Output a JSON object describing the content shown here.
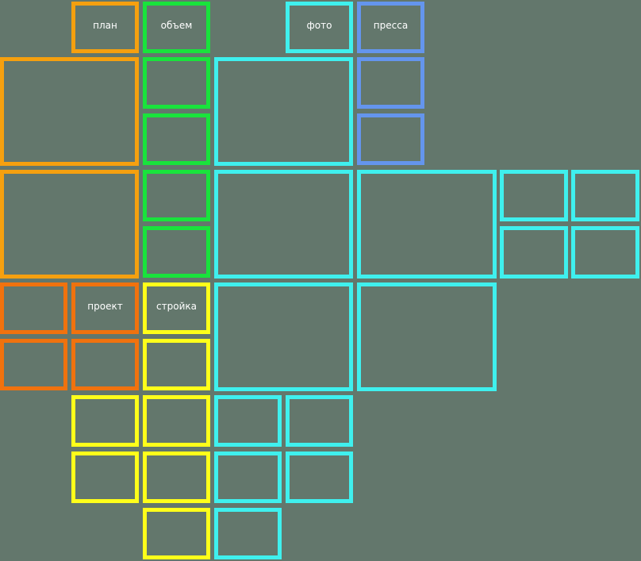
{
  "background_color": "#63776c",
  "palette": {
    "orange": "#f5a00f",
    "green": "#19e33c",
    "cyan": "#3ff0ee",
    "blue": "#6495ed",
    "red_orange": "#f0720e",
    "yellow": "#ffff1a"
  },
  "tiles": [
    {
      "name": "tile-plan",
      "label": "план",
      "color": "orange"
    },
    {
      "name": "tile-volume",
      "label": "объем",
      "color": "green"
    },
    {
      "name": "tile-photo",
      "label": "фото",
      "color": "cyan"
    },
    {
      "name": "tile-press",
      "label": "пресса",
      "color": "blue"
    },
    {
      "name": "tile-orange-large-1",
      "color": "orange"
    },
    {
      "name": "tile-orange-large-2",
      "color": "orange"
    },
    {
      "name": "tile-green-1",
      "color": "green"
    },
    {
      "name": "tile-green-2",
      "color": "green"
    },
    {
      "name": "tile-green-3",
      "color": "green"
    },
    {
      "name": "tile-green-4",
      "color": "green"
    },
    {
      "name": "tile-cyan-large-1",
      "color": "cyan"
    },
    {
      "name": "tile-cyan-large-2",
      "color": "cyan"
    },
    {
      "name": "tile-cyan-large-3",
      "color": "cyan"
    },
    {
      "name": "tile-cyan-large-4",
      "color": "cyan"
    },
    {
      "name": "tile-cyan-large-5",
      "color": "cyan"
    },
    {
      "name": "tile-blue-1",
      "color": "blue"
    },
    {
      "name": "tile-blue-2",
      "color": "blue"
    },
    {
      "name": "tile-cyan-small-1",
      "color": "cyan"
    },
    {
      "name": "tile-cyan-small-2",
      "color": "cyan"
    },
    {
      "name": "tile-cyan-small-3",
      "color": "cyan"
    },
    {
      "name": "tile-cyan-small-4",
      "color": "cyan"
    },
    {
      "name": "tile-redorange-1",
      "color": "red_orange"
    },
    {
      "name": "tile-project",
      "label": "проект",
      "color": "red_orange"
    },
    {
      "name": "tile-redorange-2",
      "color": "red_orange"
    },
    {
      "name": "tile-redorange-3",
      "color": "red_orange"
    },
    {
      "name": "tile-construction",
      "label": "стройка",
      "color": "yellow"
    },
    {
      "name": "tile-yellow-1",
      "color": "yellow"
    },
    {
      "name": "tile-yellow-2",
      "color": "yellow"
    },
    {
      "name": "tile-yellow-3",
      "color": "yellow"
    },
    {
      "name": "tile-yellow-4",
      "color": "yellow"
    },
    {
      "name": "tile-yellow-5",
      "color": "yellow"
    },
    {
      "name": "tile-yellow-6",
      "color": "yellow"
    },
    {
      "name": "tile-cyan-small-5",
      "color": "cyan"
    },
    {
      "name": "tile-cyan-small-6",
      "color": "cyan"
    },
    {
      "name": "tile-cyan-small-7",
      "color": "cyan"
    },
    {
      "name": "tile-cyan-small-8",
      "color": "cyan"
    },
    {
      "name": "tile-cyan-small-9",
      "color": "cyan"
    }
  ]
}
